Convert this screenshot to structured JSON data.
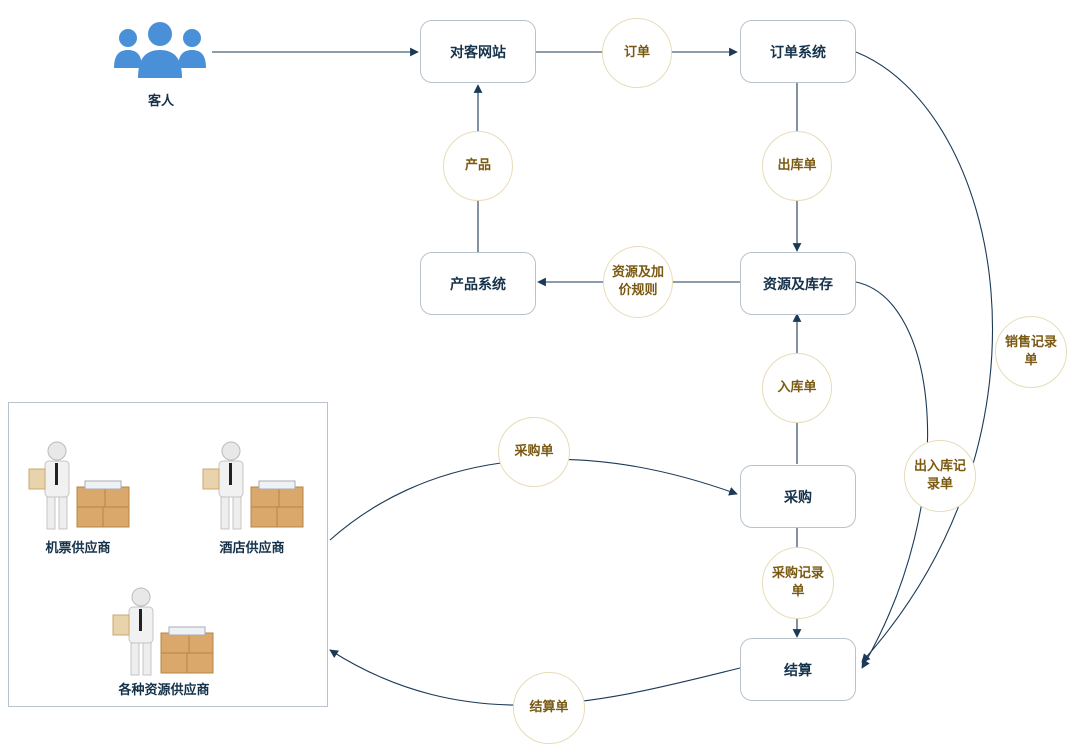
{
  "actors": {
    "customer": "客人"
  },
  "nodes": {
    "website": "对客网站",
    "order_system": "订单系统",
    "product_system": "产品系统",
    "resource_inventory": "资源及库存",
    "purchase": "采购",
    "settlement": "结算"
  },
  "edge_labels": {
    "order": "订单",
    "product": "产品",
    "outbound_order": "出库单",
    "pricing_rules": "资源及加价规则",
    "inbound_order": "入库单",
    "purchase_order": "采购单",
    "purchase_record": "采购记录单",
    "settlement_order": "结算单",
    "in_out_record": "出入库记录单",
    "sales_record": "销售记录单"
  },
  "suppliers": {
    "air_ticket": "机票供应商",
    "hotel": "酒店供应商",
    "various": "各种资源供应商"
  },
  "colors": {
    "line": "#1b3a57",
    "node_border": "#b9c3cd",
    "label_border": "#e7dcb9",
    "label_text": "#7a5a12",
    "node_text": "#16324a",
    "person_icon": "#4a90d9",
    "box_fill": "#d9a86a"
  }
}
